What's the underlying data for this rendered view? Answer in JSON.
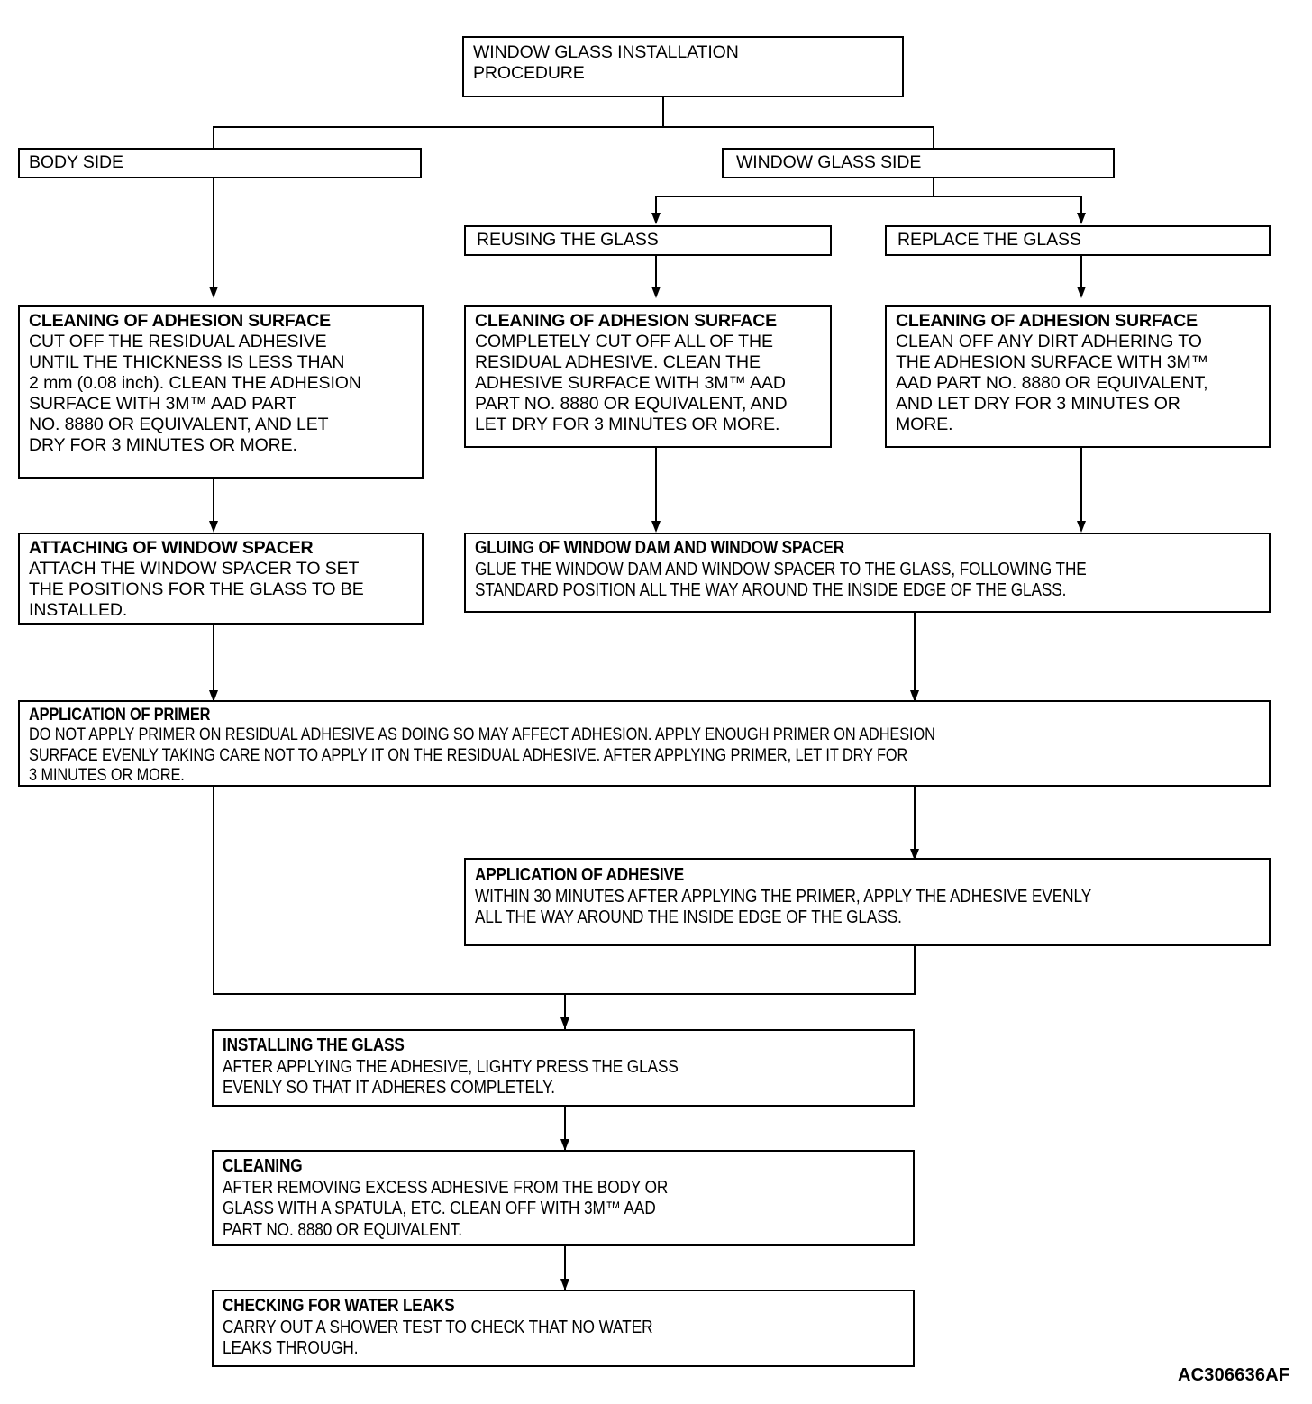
{
  "diagram": {
    "type": "flowchart",
    "figure_code": "AC306636AF",
    "line_color": "#000000",
    "background_color": "#ffffff"
  },
  "nodes": {
    "root": {
      "title": "",
      "body": "WINDOW GLASS INSTALLATION\nPROCEDURE",
      "line1": "WINDOW GLASS INSTALLATION",
      "line2": "PROCEDURE"
    },
    "body_side": {
      "label": "BODY SIDE"
    },
    "window_glass_side": {
      "label": "WINDOW GLASS SIDE"
    },
    "reusing_glass": {
      "label": "REUSING THE GLASS"
    },
    "replace_glass": {
      "label": "REPLACE  THE GLASS"
    },
    "cleaning_body": {
      "title": "CLEANING OF ADHESION SURFACE",
      "lines": [
        "CUT OFF THE RESIDUAL ADHESIVE",
        "UNTIL THE THICKNESS IS LESS THAN",
        "2 mm (0.08 inch). CLEAN THE ADHESION",
        "SURFACE WITH 3M™ AAD PART",
        "NO. 8880 OR EQUIVALENT, AND LET",
        "DRY FOR 3 MINUTES OR MORE."
      ]
    },
    "cleaning_reuse": {
      "title": "CLEANING OF ADHESION SURFACE",
      "lines": [
        "COMPLETELY CUT OFF ALL OF THE",
        "RESIDUAL ADHESIVE. CLEAN THE",
        "ADHESIVE SURFACE WITH 3M™ AAD",
        "PART NO. 8880 OR EQUIVALENT, AND",
        "LET DRY FOR 3 MINUTES OR MORE."
      ]
    },
    "cleaning_replace": {
      "title": "CLEANING OF ADHESION SURFACE",
      "lines": [
        "CLEAN OFF ANY DIRT ADHERING TO",
        "THE ADHESION SURFACE WITH 3M™",
        "AAD PART NO. 8880 OR EQUIVALENT,",
        "AND LET DRY FOR 3 MINUTES OR",
        "MORE."
      ]
    },
    "attaching_spacer": {
      "title": "ATTACHING OF WINDOW SPACER",
      "lines": [
        "ATTACH THE WINDOW SPACER TO SET",
        "THE POSITIONS FOR THE GLASS TO BE",
        "INSTALLED."
      ]
    },
    "gluing_dam": {
      "title": "GLUING OF WINDOW DAM AND WINDOW SPACER",
      "lines": [
        "GLUE THE WINDOW DAM AND WINDOW SPACER TO THE GLASS, FOLLOWING THE",
        "STANDARD POSITION ALL THE WAY AROUND THE INSIDE EDGE OF THE GLASS."
      ]
    },
    "application_primer": {
      "title": "APPLICATION OF PRIMER",
      "lines": [
        "DO NOT APPLY PRIMER ON RESIDUAL ADHESIVE AS DOING SO MAY AFFECT ADHESION. APPLY ENOUGH PRIMER ON ADHESION",
        "SURFACE EVENLY TAKING CARE NOT TO APPLY IT ON THE RESIDUAL ADHESIVE. AFTER APPLYING PRIMER, LET IT DRY FOR",
        "3 MINUTES OR MORE."
      ]
    },
    "application_adhesive": {
      "title": "APPLICATION OF ADHESIVE",
      "lines": [
        "WITHIN 30 MINUTES AFTER APPLYING THE PRIMER, APPLY THE ADHESIVE EVENLY",
        "ALL THE WAY AROUND THE INSIDE EDGE OF THE GLASS."
      ]
    },
    "installing_glass": {
      "title": "INSTALLING THE GLASS",
      "lines": [
        "AFTER APPLYING THE ADHESIVE, LIGHTY  PRESS THE GLASS",
        "EVENLY SO THAT IT ADHERES COMPLETELY."
      ]
    },
    "cleaning_final": {
      "title": "CLEANING",
      "lines": [
        "AFTER REMOVING EXCESS ADHESIVE FROM THE BODY OR",
        "GLASS WITH A SPATULA, ETC. CLEAN OFF  WITH 3M™ AAD",
        "PART NO. 8880 OR EQUIVALENT."
      ]
    },
    "checking_leaks": {
      "title": "CHECKING FOR WATER  LEAKS",
      "lines": [
        "CARRY OUT A SHOWER TEST TO CHECK THAT NO WATER",
        "LEAKS THROUGH."
      ]
    }
  },
  "edges": [
    {
      "from": "root",
      "to": "body_side"
    },
    {
      "from": "root",
      "to": "window_glass_side"
    },
    {
      "from": "window_glass_side",
      "to": "reusing_glass"
    },
    {
      "from": "window_glass_side",
      "to": "replace_glass"
    },
    {
      "from": "body_side",
      "to": "cleaning_body"
    },
    {
      "from": "reusing_glass",
      "to": "cleaning_reuse"
    },
    {
      "from": "replace_glass",
      "to": "cleaning_replace"
    },
    {
      "from": "cleaning_body",
      "to": "attaching_spacer"
    },
    {
      "from": "cleaning_reuse",
      "to": "gluing_dam"
    },
    {
      "from": "cleaning_replace",
      "to": "gluing_dam"
    },
    {
      "from": "attaching_spacer",
      "to": "application_primer"
    },
    {
      "from": "gluing_dam",
      "to": "application_primer"
    },
    {
      "from": "application_primer",
      "to": "application_adhesive"
    },
    {
      "from": "application_adhesive",
      "to": "installing_glass"
    },
    {
      "from": "installing_glass",
      "to": "cleaning_final"
    },
    {
      "from": "cleaning_final",
      "to": "checking_leaks"
    }
  ],
  "footer": {
    "code": "AC306636AF"
  }
}
